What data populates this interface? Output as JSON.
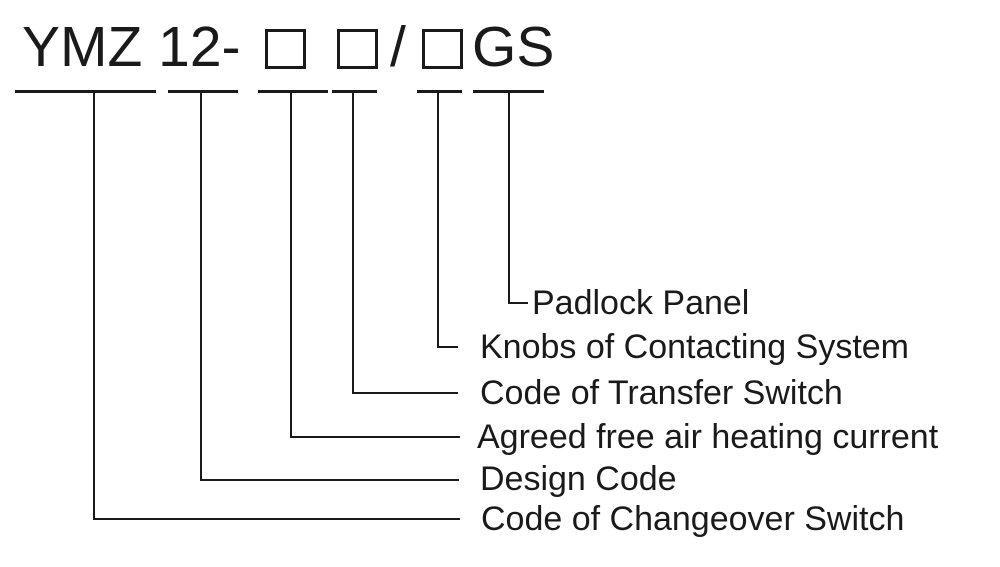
{
  "diagram": {
    "model_code": {
      "prefix": "YMZ 12-",
      "slash": "/",
      "suffix": "GS",
      "placeholder_boxes": 3
    },
    "legend": [
      {
        "label": "Padlock Panel"
      },
      {
        "label": "Knobs of Contacting System"
      },
      {
        "label": "Code of Transfer Switch"
      },
      {
        "label": "Agreed free air heating current"
      },
      {
        "label": "Design Code"
      },
      {
        "label": "Code of Changeover Switch"
      }
    ],
    "colors": {
      "text": "#1a1a1a",
      "line": "#1a1a1a",
      "background": "#ffffff"
    }
  }
}
